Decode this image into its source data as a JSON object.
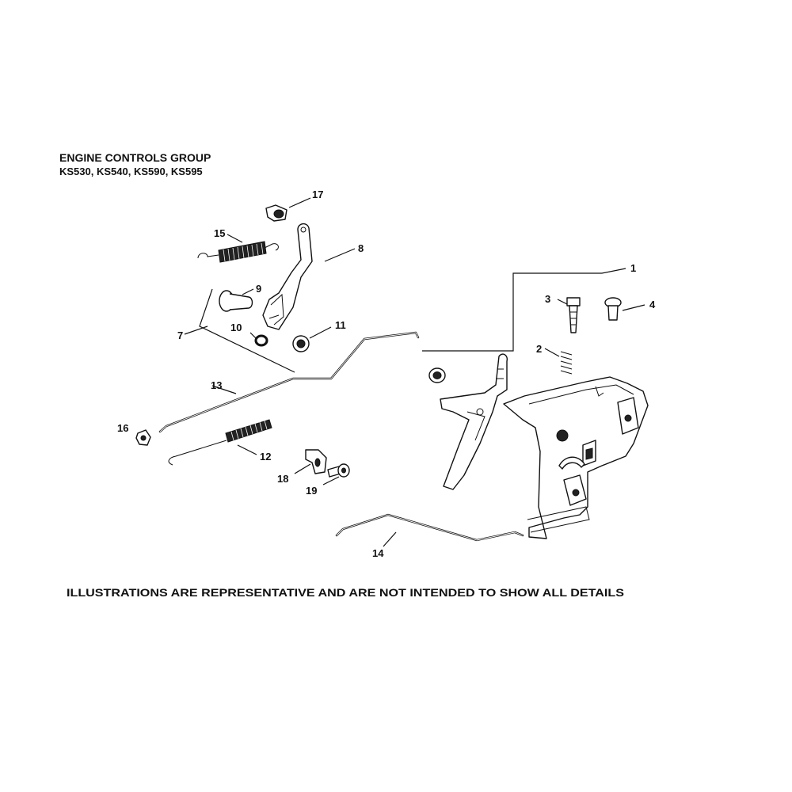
{
  "header": {
    "title": "ENGINE CONTROLS GROUP",
    "models": "KS530, KS540, KS590, KS595"
  },
  "footer": {
    "disclaimer": "ILLUSTRATIONS ARE REPRESENTATIVE AND ARE NOT INTENDED TO SHOW ALL DETAILS"
  },
  "callouts": {
    "c1": "1",
    "c2": "2",
    "c3": "3",
    "c4": "4",
    "c7": "7",
    "c8": "8",
    "c9": "9",
    "c10": "10",
    "c11": "11",
    "c12": "12",
    "c13": "13",
    "c14": "14",
    "c15": "15",
    "c16": "16",
    "c17": "17",
    "c18": "18",
    "c19": "19"
  }
}
